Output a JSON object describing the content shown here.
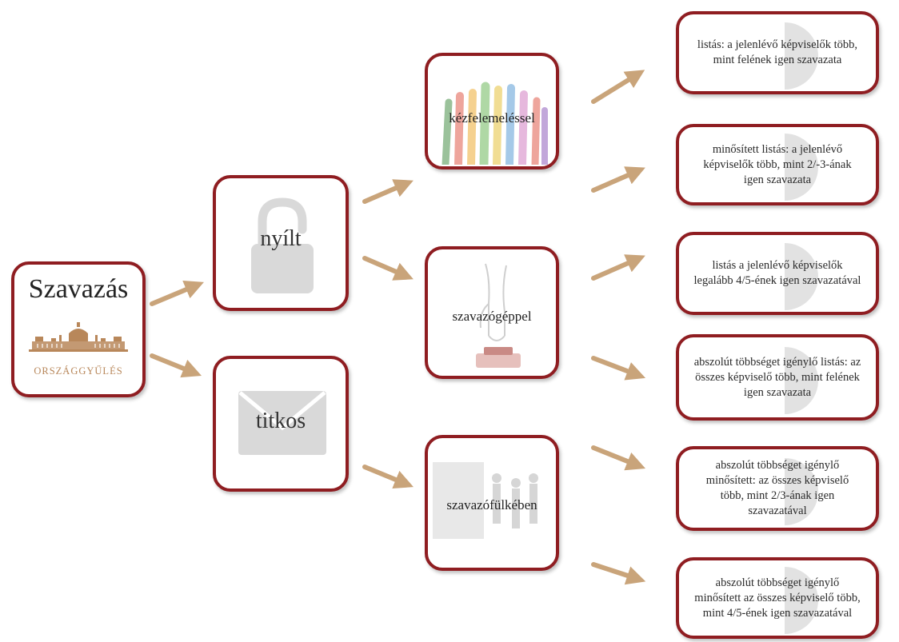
{
  "root": {
    "title": "Szavazás",
    "logo_text": "ORSZÁGGYŰLÉS"
  },
  "modes": {
    "open": "nyílt",
    "secret": "titkos"
  },
  "methods": {
    "hand": "kézfelemeléssel",
    "machine": "szavazógéppel",
    "booth": "szavazófülkében"
  },
  "results": [
    "listás: a jelenlévő képviselők több, mint felének igen szavazata",
    "minősített listás: a jelenlévő képviselők több, mint 2/-3-ának igen szavazata",
    "listás a jelenlévő képviselők legalább 4/5-ének igen szavazatával",
    "abszolút többséget igénylő listás: az összes képviselő több, mint felének igen szavazata",
    "abszolút többséget igénylő minősített: az összes képviselő több, mint 2/3-ának igen szavazatával",
    "abszolút többséget igénylő minősített az összes képviselő több, mint 4/5-ének igen szavazatával"
  ],
  "colors": {
    "border": "#8f1d21",
    "arrow": "#c9a47a",
    "logo": "#b8875a",
    "icon_gray": "#d9d9d9"
  }
}
